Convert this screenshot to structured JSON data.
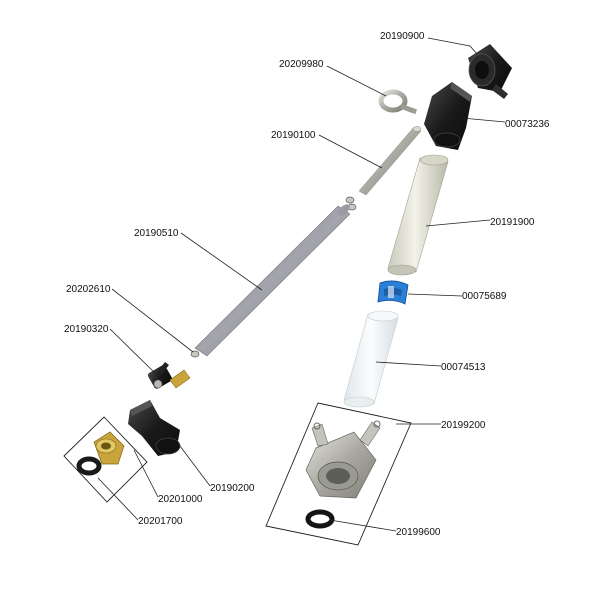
{
  "parts": [
    {
      "id": "p20190900",
      "label": "20190900"
    },
    {
      "id": "p20209980",
      "label": "20209980"
    },
    {
      "id": "p00073236",
      "label": "00073236"
    },
    {
      "id": "p20190100",
      "label": "20190100"
    },
    {
      "id": "p20191900",
      "label": "20191900"
    },
    {
      "id": "p20190510",
      "label": "20190510"
    },
    {
      "id": "p00075689",
      "label": "00075689"
    },
    {
      "id": "p20202610",
      "label": "20202610"
    },
    {
      "id": "p20190320",
      "label": "20190320"
    },
    {
      "id": "p00074513",
      "label": "00074513"
    },
    {
      "id": "p20199200",
      "label": "20199200"
    },
    {
      "id": "p20190200",
      "label": "20190200"
    },
    {
      "id": "p20201000",
      "label": "20201000"
    },
    {
      "id": "p20201700",
      "label": "20201700"
    },
    {
      "id": "p20199600",
      "label": "20199600"
    }
  ],
  "colors": {
    "rubber_black": "#1e1e1e",
    "rod_grey": "#8a8a90",
    "pipe_cream": "#e4e4d8",
    "clear_tube": "#eef2f4",
    "clamp_blue": "#2b7fd6",
    "brass": "#c9a43a",
    "steel": "#b8b8b0"
  }
}
